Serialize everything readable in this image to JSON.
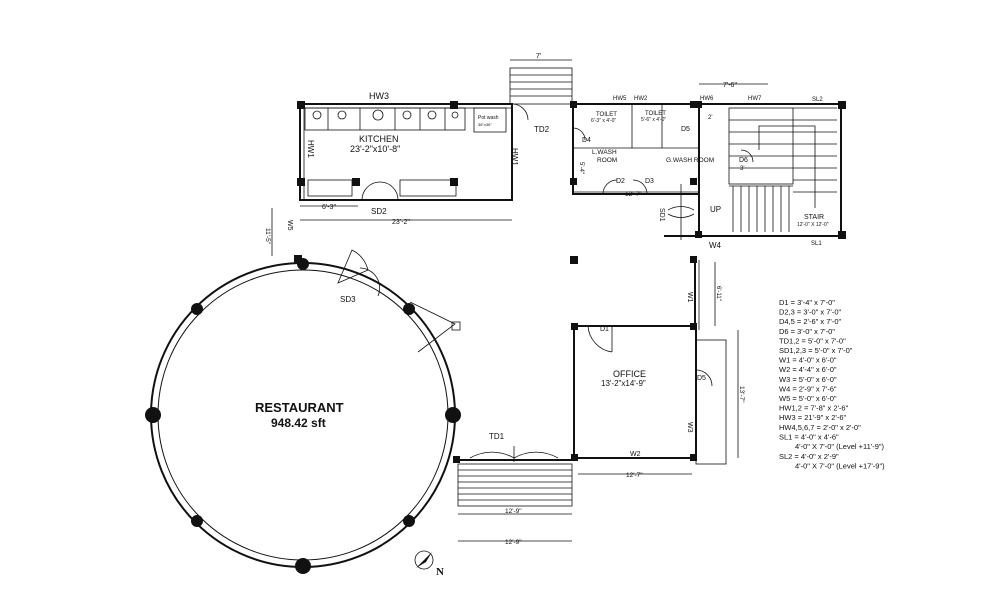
{
  "rooms": {
    "kitchen": {
      "name": "KITCHEN",
      "size": "23'-2\"x10'-8\""
    },
    "restaurant": {
      "name": "RESTAURANT",
      "area": "948.42 sft"
    },
    "office": {
      "name": "OFFICE",
      "size": "13'-2\"x14'-9\""
    },
    "l_wash": {
      "name": "L.WASH\nROOM",
      "line1": "L.WASH",
      "line2": "ROOM"
    },
    "g_wash": {
      "name": "G.WASH ROOM"
    },
    "toilet1": {
      "name": "TOILET",
      "size": "6'-3\" x 4'-0\""
    },
    "toilet2": {
      "name": "TOILET",
      "size": "5'-6\" x 4'-0\""
    },
    "stair": {
      "name": "STAIR",
      "size": "12'-0\" X 12'-0\""
    },
    "pot_wash": {
      "name": "Pot wash",
      "size": "36\"x36\""
    }
  },
  "labels": {
    "hw3": "HW3",
    "hw1_kitchen": "HW1",
    "hw5": "HW5",
    "hw2": "HW2",
    "hw6": "HW6",
    "hw7": "HW7",
    "sl2": "SL2",
    "sl1": "SL1",
    "td2": "TD2",
    "td1": "TD1",
    "sd2": "SD2",
    "sd1": "SD1",
    "sd3": "SD3",
    "d4": "D4",
    "d2": "D2",
    "d3": "D3",
    "d5": "D5",
    "d1": "D1",
    "d6": "D6",
    "w4": "W4",
    "w1": "W1",
    "w2": "W2",
    "w3": "W3",
    "w5": "W5",
    "up": "UP",
    "north": "N"
  },
  "dimensions": {
    "top_stair_width": "7'",
    "stair_block_width": "7'-6\"",
    "kitchen_bottom": "23'-2\"",
    "kitchen_left": "6'-3\"",
    "side_left": "11'-5\"",
    "wash_bottom": "12'-7\"",
    "office_bottom": "12'-7\"",
    "office_right": "13'-7\"",
    "right_w1": "6'-11\"",
    "bottom_stair_1": "12'-9\"",
    "bottom_stair_2": "12'-9\"",
    "toilet_gap": "2'",
    "wash_left": "5'-4\"",
    "d6_gap": "3'"
  },
  "legend": [
    "D1 = 3'-4\" x 7'-0\"",
    "D2,3 = 3'-0\" x 7'-0\"",
    "D4,5 = 2'-6\" x 7'-0\"",
    "D6 = 3'-0\" x 7'-0\"",
    "TD1,2 = 5'-0\" x 7'-0\"",
    "SD1,2,3 = 5'-0\" x 7'-0\"",
    "W1 = 4'-0\" x 6'-0\"",
    "W2 = 4'-4\" x 6'-0\"",
    "W3 = 5'-0\" x 6'-0\"",
    "W4 = 2'-9\" x 7'-6\"",
    "W5 = 5'-0\" x 6'-0\"",
    "HW1,2 = 7'-8\" x 2'-6\"",
    "HW3 = 21'-9\" x 2'-6\"",
    "HW4,5,6,7 = 2'-0\" x 2'-0\"",
    "SL1 = 4'-0\" x 4'-6\"",
    "4'-0\" X 7'-0\" (Level +11'-9\")",
    "SL2 = 4'-0\" x 2'-9\"",
    "4'-0\" X 7'-0\" (Level +17'-9\")"
  ],
  "colors": {
    "line": "#111111",
    "background": "#ffffff"
  }
}
